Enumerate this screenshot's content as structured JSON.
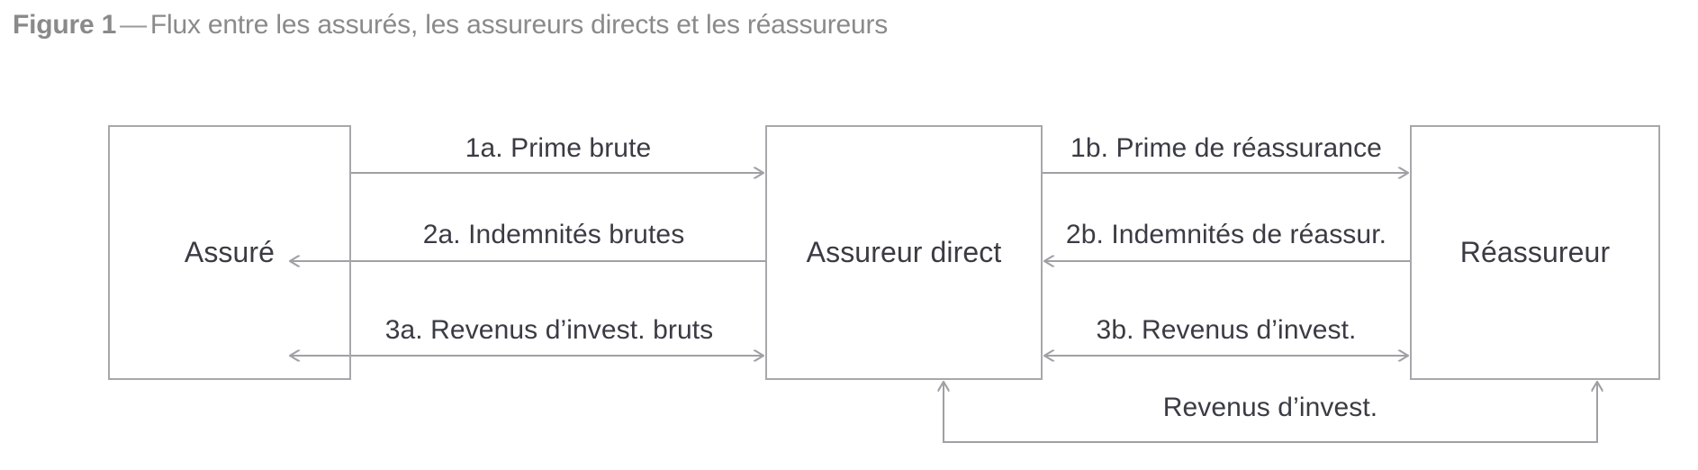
{
  "title": {
    "label": "Figure 1",
    "dash": "—",
    "caption": "Flux entre les assurés, les assureurs directs et les réassureurs"
  },
  "colors": {
    "title_gray": "#8a8a8a",
    "box_border": "#a8a8ac",
    "arrow_gray": "#a0a0a5",
    "text_dark": "#3b3b44",
    "background": "#ffffff"
  },
  "nodes": [
    {
      "id": "insured",
      "label": "Assuré"
    },
    {
      "id": "insurer",
      "label": "Assureur direct"
    },
    {
      "id": "reinsurer",
      "label": "Réassureur"
    }
  ],
  "flows": [
    {
      "id": "1a",
      "label": "1a. Prime brute",
      "from": "insured",
      "to": "insurer",
      "direction": "right"
    },
    {
      "id": "2a",
      "label": "2a. Indemnités brutes",
      "from": "insurer",
      "to": "insured",
      "direction": "left"
    },
    {
      "id": "3a",
      "label": "3a. Revenus d’invest. bruts",
      "from": "insured",
      "to": "insurer",
      "direction": "both"
    },
    {
      "id": "1b",
      "label": "1b. Prime de réassurance",
      "from": "insurer",
      "to": "reinsurer",
      "direction": "right"
    },
    {
      "id": "2b",
      "label": "2b. Indemnités de réassur.",
      "from": "reinsurer",
      "to": "insurer",
      "direction": "left"
    },
    {
      "id": "3b",
      "label": "3b. Revenus d’invest.",
      "from": "insurer",
      "to": "reinsurer",
      "direction": "both"
    },
    {
      "id": "inv",
      "label": "Revenus d’invest.",
      "from": "bottom-loop",
      "to": "insurer-and-reinsurer",
      "direction": "both-up"
    }
  ],
  "chart_data": {
    "type": "diagram",
    "title": "Flux entre les assurés, les assureurs directs et les réassureurs",
    "nodes": [
      "Assuré",
      "Assureur direct",
      "Réassureur"
    ],
    "edges": [
      {
        "source": "Assuré",
        "target": "Assureur direct",
        "label": "1a. Prime brute",
        "arrow": "forward"
      },
      {
        "source": "Assureur direct",
        "target": "Assuré",
        "label": "2a. Indemnités brutes",
        "arrow": "forward"
      },
      {
        "source": "Assuré",
        "target": "Assureur direct",
        "label": "3a. Revenus d’invest. bruts",
        "arrow": "bidirectional"
      },
      {
        "source": "Assureur direct",
        "target": "Réassureur",
        "label": "1b. Prime de réassurance",
        "arrow": "forward"
      },
      {
        "source": "Réassureur",
        "target": "Assureur direct",
        "label": "2b. Indemnités de réassur.",
        "arrow": "forward"
      },
      {
        "source": "Assureur direct",
        "target": "Réassureur",
        "label": "3b. Revenus d’invest.",
        "arrow": "bidirectional"
      },
      {
        "source": "bottom loop",
        "target": "Assureur direct & Réassureur",
        "label": "Revenus d’invest.",
        "arrow": "both-up"
      }
    ]
  }
}
